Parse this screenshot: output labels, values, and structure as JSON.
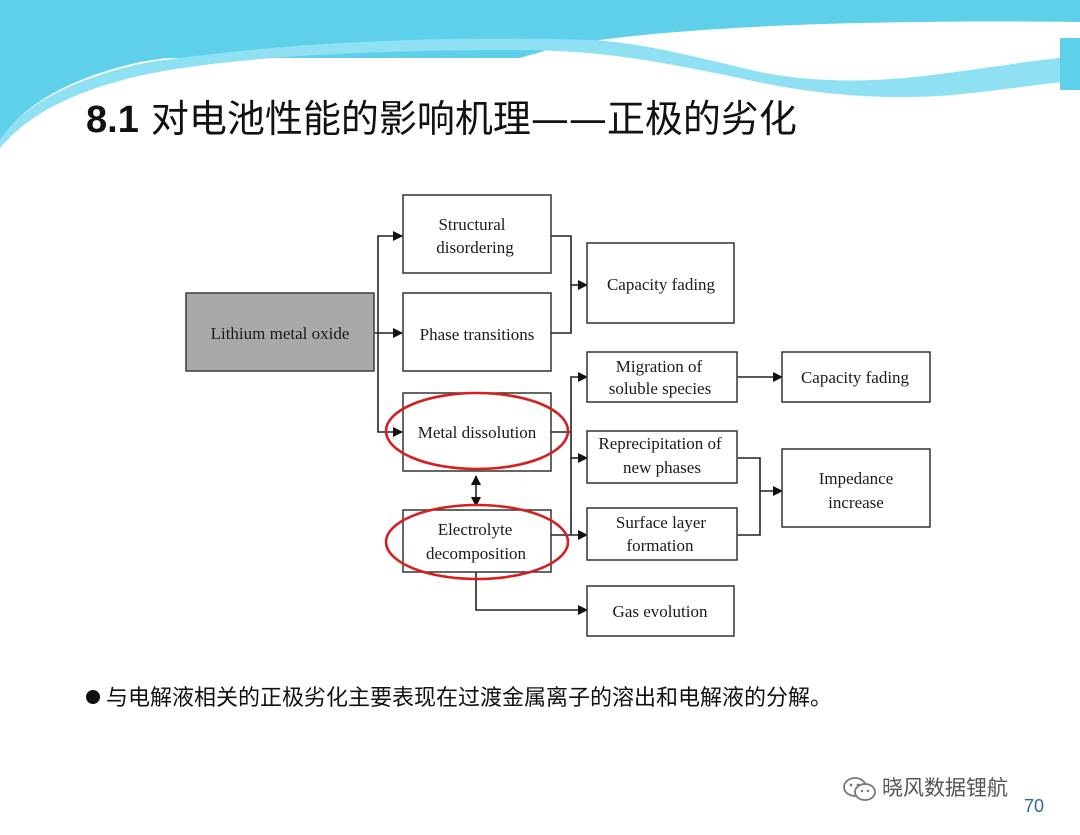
{
  "slide": {
    "title_number": "8.1",
    "title_text": "对电池性能的影响机理——正极的劣化",
    "bullet": "与电解液相关的正极劣化主要表现在过渡金属离子的溶出和电解液的分解。",
    "watermark": "晓风数据锂航",
    "page_number": "70",
    "colors": {
      "banner": "#5ed0ea",
      "highlight_circle": "#d42020",
      "source_box": "#a9a9a9"
    }
  },
  "diagram": {
    "source": "Lithium metal oxide",
    "structural": [
      "Structural",
      "disordering"
    ],
    "phase": "Phase transitions",
    "metal": "Metal dissolution",
    "electrolyte": [
      "Electrolyte",
      "decomposition"
    ],
    "capacity_fading_1": "Capacity fading",
    "migration": [
      "Migration of",
      "soluble species"
    ],
    "capacity_fading_2": "Capacity fading",
    "reprecipitation": [
      "Reprecipitation of",
      "new phases"
    ],
    "surface_layer": [
      "Surface layer",
      "formation"
    ],
    "impedance": [
      "Impedance",
      "increase"
    ],
    "gas": "Gas evolution"
  }
}
